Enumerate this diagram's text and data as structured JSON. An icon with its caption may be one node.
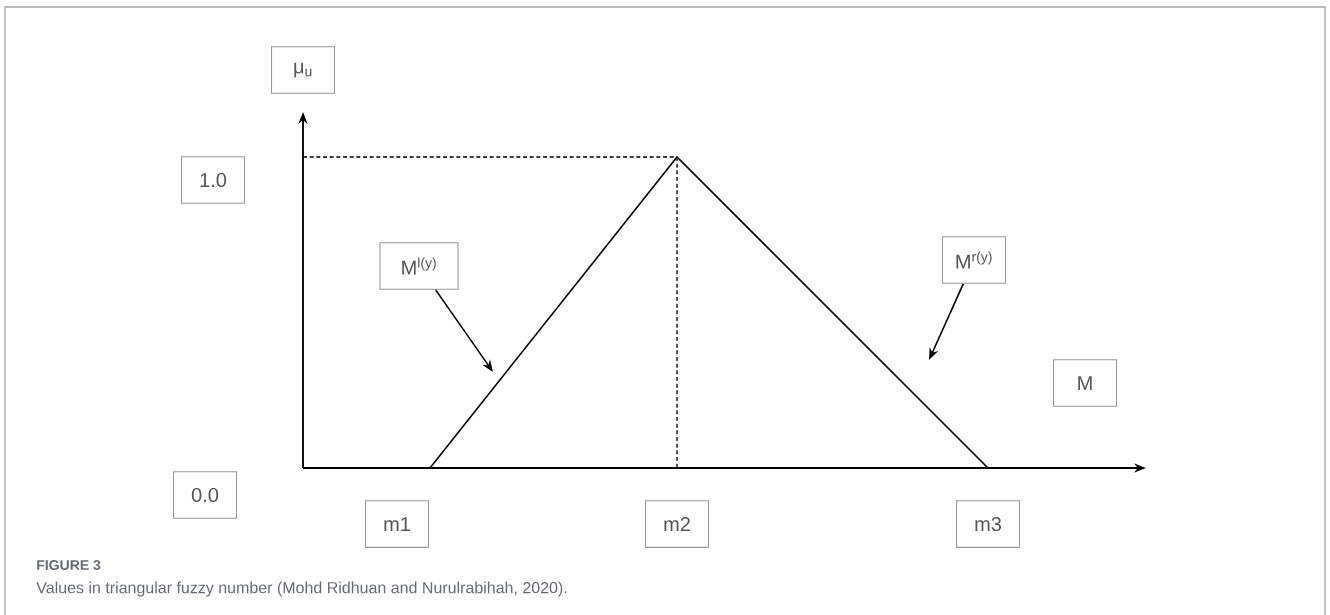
{
  "diagram": {
    "title": "FIGURE 3",
    "caption": "Values in triangular fuzzy number (Mohd Ridhuan and Nurulrabihah, 2020).",
    "nodes": [
      {
        "text": [
          "μ$_{u}$"
        ]
      },
      {
        "text": [
          "1.0"
        ]
      },
      {
        "text": [
          "M$^{l(y)}$"
        ]
      },
      {
        "text": [
          "M$^{r(y)}$"
        ]
      },
      {
        "text": [
          "M"
        ]
      },
      {
        "text": [
          "0.0"
        ]
      },
      {
        "text": [
          "m1"
        ]
      },
      {
        "text": [
          "m2"
        ]
      },
      {
        "text": [
          "m3"
        ]
      }
    ],
    "edges": [
      {
        "from": 2,
        "to": null,
        "arrow": "to"
      },
      {
        "from": 3,
        "to": null,
        "arrow": "to"
      }
    ]
  }
}
